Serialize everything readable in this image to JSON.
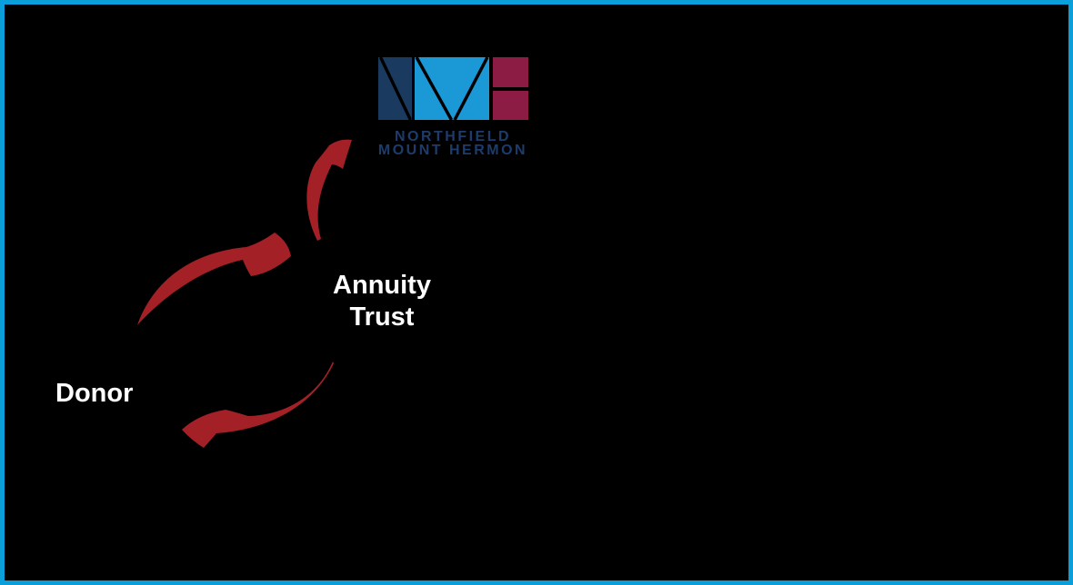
{
  "frame": {
    "background": "#000000",
    "border_color": "#0a9edb"
  },
  "logo": {
    "wordmark_line1": "NORTHFIELD",
    "wordmark_line2": "MOUNT HERMON",
    "colors": {
      "navy": "#1b3a60",
      "light_blue": "#1b98d6",
      "maroon": "#8c1c44",
      "wordmark_navy": "#1d3c6b"
    }
  },
  "diagram": {
    "text_color": "#ffffff",
    "arrow_color": "#a32026",
    "nodes": [
      {
        "id": "donor",
        "label": "Donor"
      },
      {
        "id": "annuity-trust",
        "label": "Annuity\nTrust"
      },
      {
        "id": "charity",
        "label": "NORTHFIELD MOUNT HERMON"
      }
    ],
    "arrows": [
      {
        "from": "donor",
        "to": "annuity-trust"
      },
      {
        "from": "annuity-trust",
        "to": "charity"
      },
      {
        "from": "annuity-trust",
        "to": "donor"
      }
    ]
  }
}
